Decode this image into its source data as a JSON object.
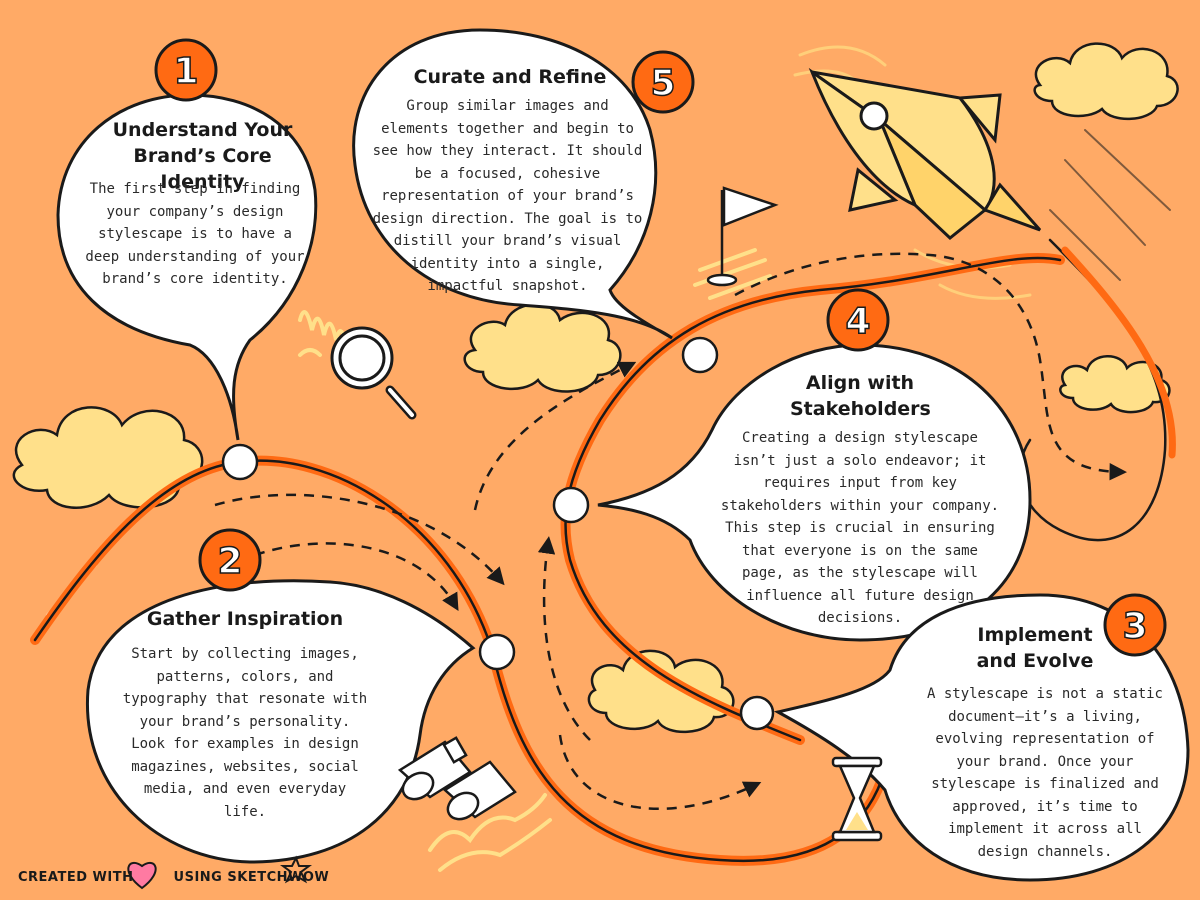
{
  "steps": [
    {
      "number": "1",
      "title": "Understand Your Brand’s Core Identity",
      "body": "The first step in finding your company’s design stylescape is to have a deep understanding of your brand’s core identity."
    },
    {
      "number": "2",
      "title": "Gather Inspiration",
      "body": "Start by collecting images, patterns, colors, and typography that resonate with your brand’s personality. Look for examples in design magazines, websites, social media, and even everyday life."
    },
    {
      "number": "3",
      "title": "Implement and Evolve",
      "body": "A stylescape is not a static document—it’s a living, evolving representation of your brand. Once your stylescape is finalized and approved, it’s time to implement it across all design channels."
    },
    {
      "number": "4",
      "title": "Align with Stakeholders",
      "body": "Creating a design stylescape isn’t just a solo endeavor; it requires input from key stakeholders within your company. This step is crucial in ensuring that everyone is on the same page, as the stylescape will influence all future design decisions."
    },
    {
      "number": "5",
      "title": "Curate and Refine",
      "body": "Group similar images and elements together and begin to see how they interact. It should be a focused, cohesive representation of your brand’s design direction. The goal is to distill your brand’s visual identity into a single, impactful snapshot."
    }
  ],
  "footer": {
    "prefix": "CREATED WITH",
    "suffix": "USING SKETCHWOW"
  },
  "icons": [
    "magnifier-icon",
    "binoculars-icon",
    "hourglass-icon",
    "flag-icon",
    "rocket-icon",
    "heart-icon",
    "cloud-icon"
  ],
  "colors": {
    "background": "#ffaa66",
    "accent": "#ff6a13",
    "cloud": "#ffe08a",
    "bubble": "#ffffff",
    "ink": "#1a1a1a"
  }
}
